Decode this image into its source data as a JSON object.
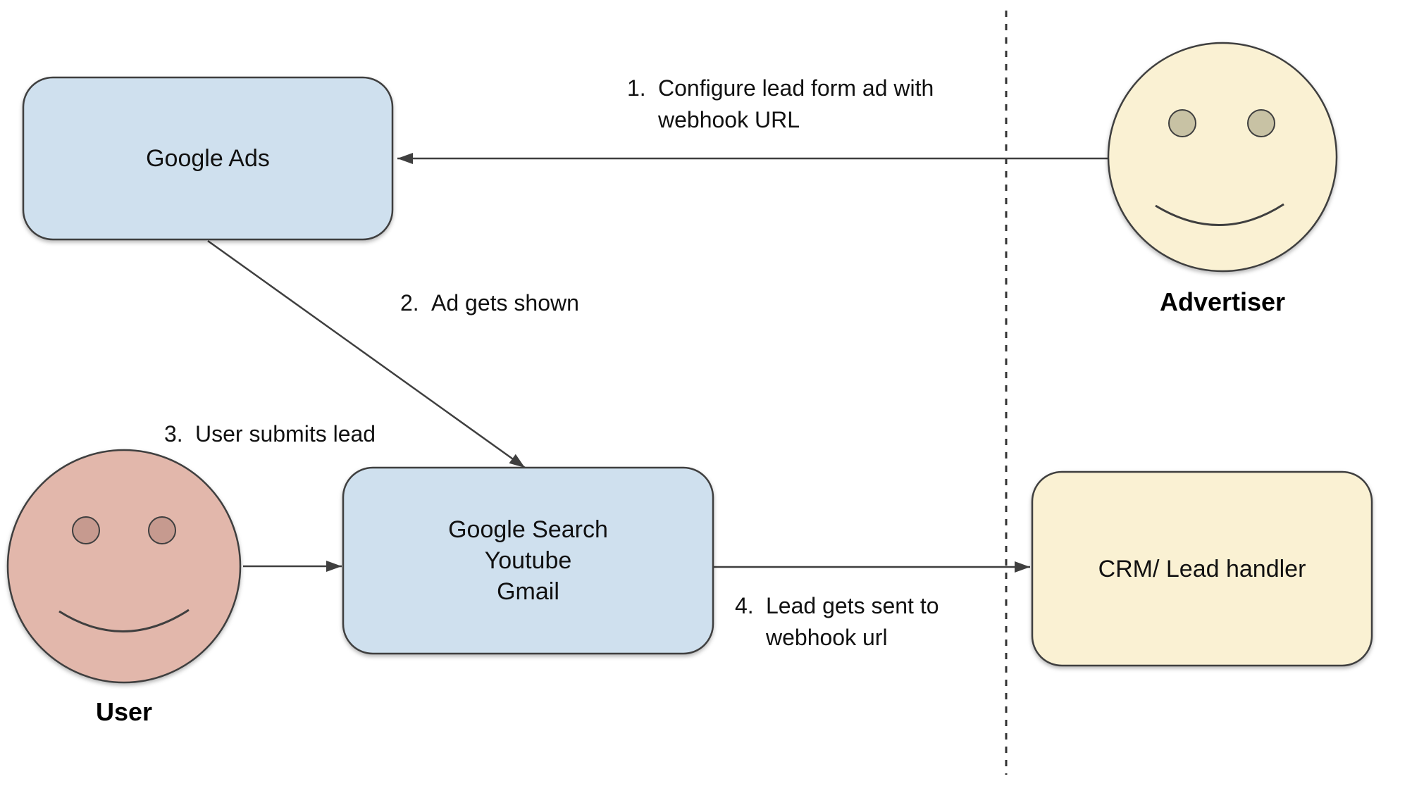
{
  "colors": {
    "node_blue": "#cfe0ee",
    "node_cream": "#faf1d3",
    "user_pink": "#e2b7ab",
    "advertiser_eye": "#c8c2a4",
    "user_eye": "#c69a8f",
    "stroke": "#3f3f3f"
  },
  "nodes": {
    "google_ads": {
      "label": "Google Ads"
    },
    "channels": {
      "lines": [
        "Google Search",
        "Youtube",
        "Gmail"
      ]
    },
    "crm": {
      "label": "CRM/ Lead handler"
    },
    "advertiser": {
      "label": "Advertiser"
    },
    "user": {
      "label": "User"
    }
  },
  "steps": [
    {
      "number": "1.",
      "lines": [
        "Configure lead form ad with",
        "webhook URL"
      ]
    },
    {
      "number": "2.",
      "lines": [
        "Ad gets shown"
      ]
    },
    {
      "number": "3.",
      "lines": [
        "User submits lead"
      ]
    },
    {
      "number": "4.",
      "lines": [
        "Lead gets sent to",
        "webhook url"
      ]
    }
  ]
}
